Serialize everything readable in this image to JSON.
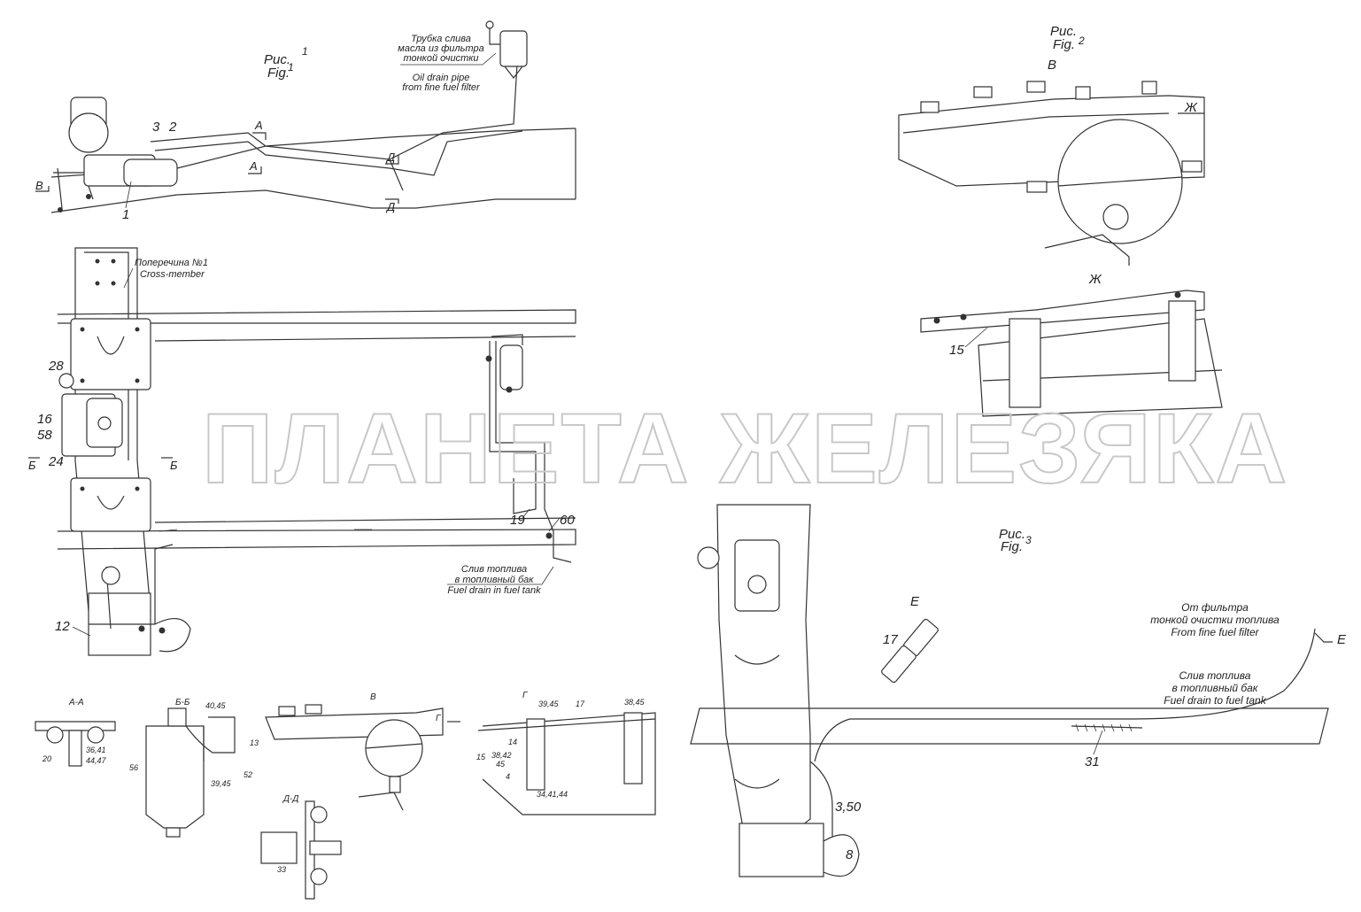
{
  "watermark": "ПЛАНЕТА ЖЕЛЕЗЯКА",
  "figures": {
    "fig1": {
      "ru": "Рис.",
      "en": "Fig.",
      "num": "1"
    },
    "fig2": {
      "ru": "Рис.",
      "en": "Fig.",
      "num": "2"
    },
    "fig3": {
      "ru": "Рис.",
      "en": "Fig.",
      "num": "3"
    }
  },
  "captions": {
    "oil_drain": [
      "Трубка слива",
      "масла из фильтра",
      "тонкой очистки",
      "Oil drain pipe",
      "from fine fuel filter"
    ],
    "crossmember": [
      "Поперечина №1",
      "Cross-member"
    ],
    "fuel_drain_1": [
      "Слив топлива",
      "в топливный бак",
      "Fuel drain in fuel tank"
    ],
    "from_filter": [
      "От фильтра",
      "тонкой очистки топлива",
      "From fine fuel filter"
    ],
    "fuel_drain_2": [
      "Слив топлива",
      "в топливный бак",
      "Fuel drain to fuel tank"
    ]
  },
  "section_letters": {
    "A": "А",
    "B": "Б",
    "V": "В",
    "G": "Г",
    "D": "Д",
    "E": "Е",
    "Zh": "Ж",
    "AA": "А-А",
    "BB": "Б-Б",
    "DD": "Д-Д"
  },
  "callouts": {
    "c1": "1",
    "c2": "2",
    "c3": "3",
    "c12": "12",
    "c15": "15",
    "c16": "16",
    "c17": "17",
    "c19": "19",
    "c24": "24",
    "c28": "28",
    "c31": "31",
    "c58": "58",
    "c60": "60",
    "c8": "8",
    "c350": "3,50",
    "aa_20": "20",
    "aa_3641": "36,41",
    "aa_4447": "44,47",
    "bb_4045": "40,45",
    "bb_13": "13",
    "bb_56": "56",
    "bb_52": "52",
    "bb_3945": "39,45",
    "dd_33": "33",
    "g_3945": "39,45",
    "g_17": "17",
    "g_3845": "38,45",
    "g_14": "14",
    "g_15": "15",
    "g_3842": "38,42",
    "g_45": "45",
    "g_4": "4",
    "g_344144": "34,41,44"
  }
}
